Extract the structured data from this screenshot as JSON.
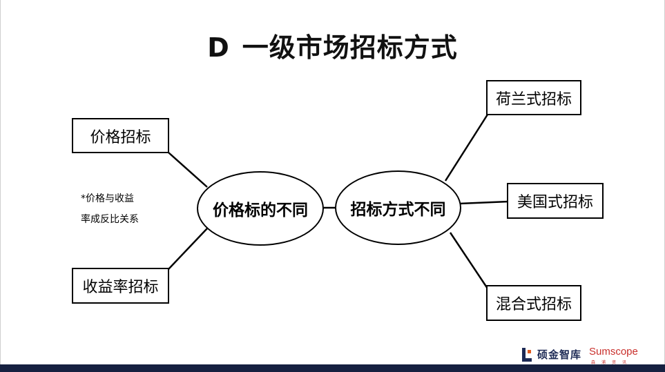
{
  "title": {
    "letter": "D",
    "text": "一级市场招标方式"
  },
  "center_left": "价格标的不同",
  "center_right": "招标方式不同",
  "left_boxes": [
    "价格招标",
    "收益率招标"
  ],
  "right_boxes": [
    "荷兰式招标",
    "美国式招标",
    "混合式招标"
  ],
  "note": [
    "*价格与收益",
    "率成反比关系"
  ],
  "footer": {
    "logo_text": "硕金智库",
    "brand": "Sumscope",
    "brand_sub": "森浦资讯"
  },
  "colors": {
    "footer_bar": "#162040",
    "brand_red": "#c9302c",
    "logo_navy": "#1d2a55",
    "logo_orange": "#e05a1f"
  }
}
